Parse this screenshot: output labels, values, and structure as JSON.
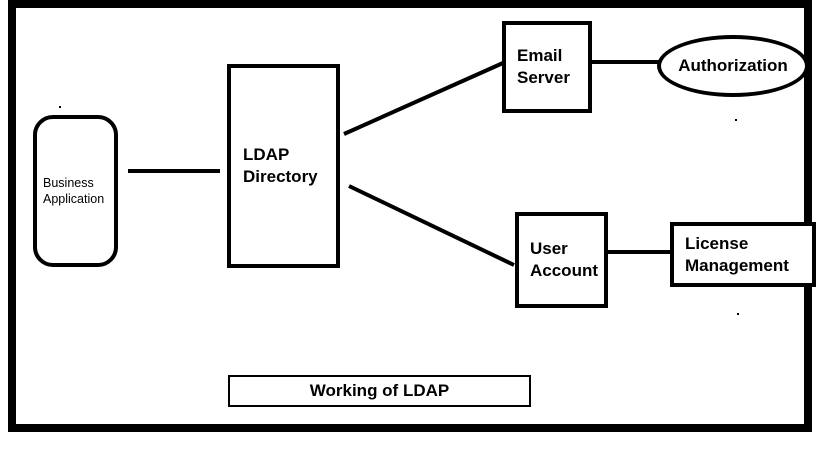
{
  "diagram": {
    "title": "Working of LDAP",
    "type": "flow-diagram",
    "stroke_color": "#000000",
    "background_color": "#ffffff",
    "frame": {
      "present": true,
      "style": "thick black rectangle border"
    },
    "nodes": [
      {
        "id": "business-application",
        "label": "Business\nApplication",
        "shape": "rounded-rectangle",
        "font_weight": "regular"
      },
      {
        "id": "ldap-directory",
        "label": "LDAP\nDirectory",
        "shape": "rectangle",
        "font_weight": "bold"
      },
      {
        "id": "email-server",
        "label": "Email\nServer",
        "shape": "rectangle",
        "font_weight": "bold"
      },
      {
        "id": "authorization",
        "label": "Authorization",
        "shape": "ellipse",
        "font_weight": "bold"
      },
      {
        "id": "user-account",
        "label": "User\nAccount",
        "shape": "rectangle",
        "font_weight": "bold"
      },
      {
        "id": "license-management",
        "label": "License\nManagement",
        "shape": "rectangle",
        "font_weight": "bold"
      }
    ],
    "connectors": [
      {
        "id": "business-application-to-ldap-directory",
        "from": "business-application",
        "to": "ldap-directory",
        "style": "straight-horizontal"
      },
      {
        "id": "ldap-directory-to-email-server",
        "from": "ldap-directory",
        "to": "email-server",
        "style": "diagonal-up"
      },
      {
        "id": "ldap-directory-to-user-account",
        "from": "ldap-directory",
        "to": "user-account",
        "style": "diagonal-down"
      },
      {
        "id": "email-server-to-authorization",
        "from": "email-server",
        "to": "authorization",
        "style": "straight-horizontal"
      },
      {
        "id": "user-account-to-license-management",
        "from": "user-account",
        "to": "license-management",
        "style": "straight-horizontal"
      }
    ],
    "caption": "Working of LDAP"
  }
}
